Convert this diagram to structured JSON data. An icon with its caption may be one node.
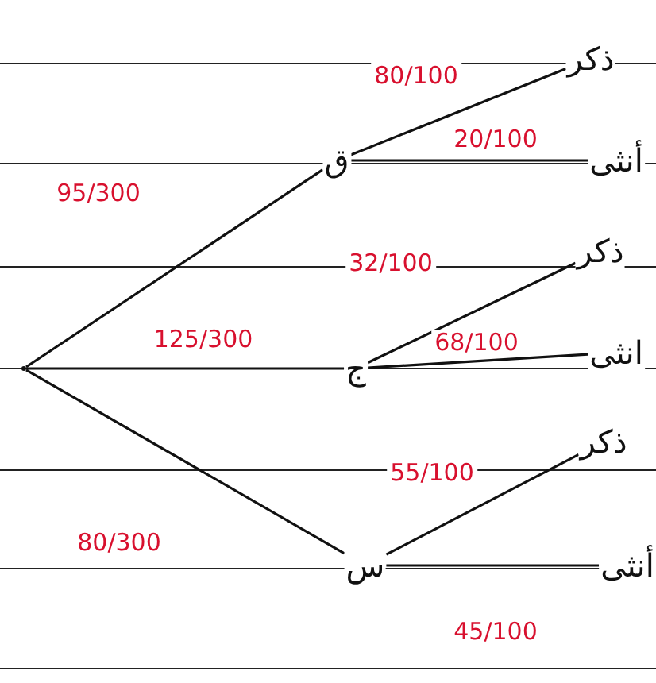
{
  "diagram": {
    "nodes": [
      {
        "text": [],
        "shape": "point"
      },
      {
        "text": [
          "ق"
        ]
      },
      {
        "text": [
          "ذكر"
        ]
      },
      {
        "text": [
          "أنثى"
        ]
      },
      {
        "text": [
          "ج"
        ]
      },
      {
        "text": [
          "ذكر"
        ]
      },
      {
        "text": [
          "انثى"
        ]
      },
      {
        "text": [
          "س"
        ]
      },
      {
        "text": [
          "ذكر"
        ]
      },
      {
        "text": [
          "أنثى"
        ]
      }
    ],
    "edges": [
      {
        "from": 0,
        "to": 1,
        "arrow": "none",
        "label": "95/300"
      },
      {
        "from": 0,
        "to": 4,
        "arrow": "none",
        "label": "125/300"
      },
      {
        "from": 0,
        "to": 7,
        "arrow": "none",
        "label": "80/300"
      },
      {
        "from": 1,
        "to": 2,
        "arrow": "none",
        "label": "80/100"
      },
      {
        "from": 1,
        "to": 3,
        "arrow": "none",
        "label": "20/100"
      },
      {
        "from": 4,
        "to": 5,
        "arrow": "none",
        "label": "32/100"
      },
      {
        "from": 4,
        "to": 6,
        "arrow": "none",
        "label": "68/100"
      },
      {
        "from": 7,
        "to": 8,
        "arrow": "none",
        "label": "55/100"
      },
      {
        "from": 7,
        "to": 9,
        "arrow": "none",
        "label": "45/100"
      }
    ]
  }
}
